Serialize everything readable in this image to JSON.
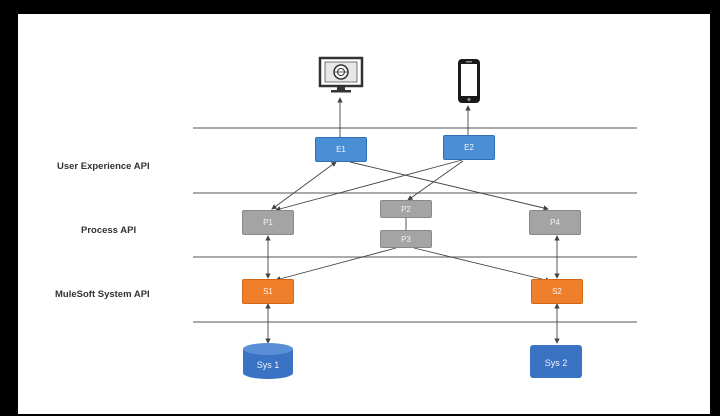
{
  "layers": [
    {
      "label": "User Experience API"
    },
    {
      "label": "Process API"
    },
    {
      "label": "MuleSoft System API"
    }
  ],
  "nodes": {
    "e1": "E1",
    "e2": "E2",
    "p1": "P1",
    "p2": "P2",
    "p3": "P3",
    "p4": "P4",
    "s1": "S1",
    "s2": "S2"
  },
  "systems": {
    "sys1": "Sys 1",
    "sys2": "Sys 2"
  },
  "devices": [
    "desktop-monitor",
    "mobile-phone"
  ],
  "colors": {
    "experience": "#4a8fd6",
    "process": "#a4a4a4",
    "system": "#ef7f2a",
    "database": "#3a73c4"
  }
}
